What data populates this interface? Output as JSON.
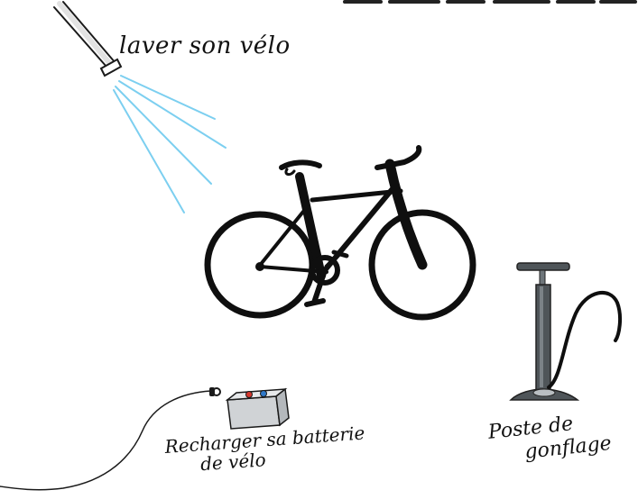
{
  "stations": {
    "wash": {
      "label": "laver son vélo",
      "icon": "water-spray-icon",
      "spray_color": "#7ccff0"
    },
    "bike": {
      "icon": "bicycle-icon",
      "color": "#0f0f0f"
    },
    "pump": {
      "label_line1": "Poste de",
      "label_line2": "gonflage",
      "icon": "floor-pump-icon",
      "color": "#4f5559"
    },
    "battery": {
      "label_line1": "Recharger sa batterie",
      "label_line2": "de vélo",
      "icon": "battery-charger-icon",
      "color": "#d0d3d6",
      "terminal_colors": [
        "#d6392f",
        "#2f78c8"
      ]
    }
  }
}
